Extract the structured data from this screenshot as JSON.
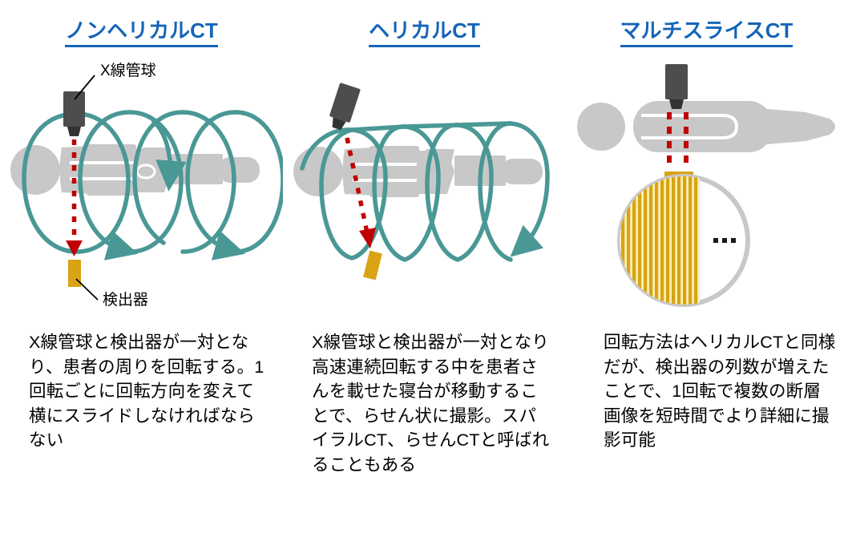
{
  "page": {
    "background": "#ffffff",
    "heading_color": "#1565b8",
    "body_color": "#c8c8c8",
    "ring_color": "#4a9895",
    "tube_color": "#4d4d4d",
    "detector_color": "#d9a313",
    "beam_color": "#c00000",
    "text_color": "#000000"
  },
  "panels": [
    {
      "id": "non-helical",
      "heading": "ノンヘリカルCT",
      "labels": {
        "tube": "X線管球",
        "detector": "検出器"
      },
      "caption": "X線管球と検出器が一対となり、患者の周りを回転する。1回転ごとに回転方向を変えて横にスライドしなければならない",
      "ring_count": 4
    },
    {
      "id": "helical",
      "heading": "ヘリカルCT",
      "labels": {
        "tube": "",
        "detector": ""
      },
      "caption": "X線管球と検出器が一対となり高速連続回転する中を患者さんを載せた寝台が移動することで、らせん状に撮影。スパイラルCT、らせんCTと呼ばれることもある",
      "ring_count": 4
    },
    {
      "id": "multi-slice",
      "heading": "マルチスライスCT",
      "labels": {
        "tube": "",
        "detector": ""
      },
      "caption": "回転方法はヘリカルCTと同様だが、検出器の列数が増えたことで、1回転で複数の断層画像を短時間でより詳細に撮影可能",
      "magnifier": {
        "stripe_count": 14,
        "ellipsis": "・・・"
      }
    }
  ]
}
